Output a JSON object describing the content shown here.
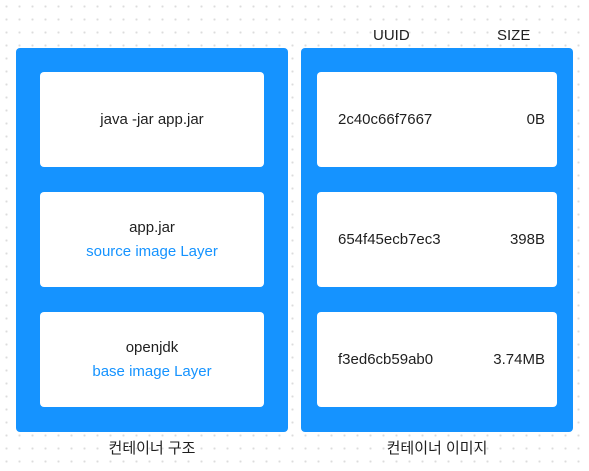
{
  "left_panel": {
    "caption": "컨테이너 구조",
    "layers": [
      {
        "title": "java -jar app.jar",
        "subtitle": ""
      },
      {
        "title": "app.jar",
        "subtitle": "source image Layer"
      },
      {
        "title": "openjdk",
        "subtitle": "base image Layer"
      }
    ]
  },
  "right_panel": {
    "caption": "컨테이너 이미지",
    "headers": {
      "uuid": "UUID",
      "size": "SIZE"
    },
    "rows": [
      {
        "uuid": "2c40c66f7667",
        "size": "0B"
      },
      {
        "uuid": "654f45ecb7ec3",
        "size": "398B"
      },
      {
        "uuid": "f3ed6cb59ab0",
        "size": "3.74MB"
      }
    ]
  },
  "colors": {
    "panel": "#1593ff",
    "accent_text": "#1593ff",
    "card": "#ffffff"
  }
}
